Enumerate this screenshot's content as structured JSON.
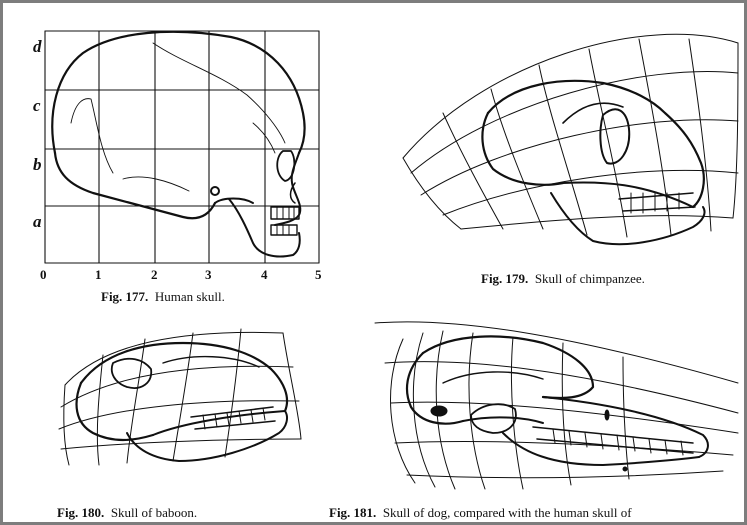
{
  "figures": {
    "fig177": {
      "y_letters": [
        "d",
        "c",
        "b",
        "a"
      ],
      "x_ticks": [
        "0",
        "1",
        "2",
        "3",
        "4",
        "5"
      ],
      "caption_prefix": "Fig. 177.",
      "caption_text": "Human skull."
    },
    "fig179": {
      "caption_prefix": "Fig. 179.",
      "caption_text": "Skull of chimpanzee."
    },
    "fig180": {
      "caption_prefix": "Fig. 180.",
      "caption_text": "Skull of baboon."
    },
    "fig181": {
      "caption_prefix": "Fig. 181.",
      "caption_text": "Skull of dog, compared with the human skull of"
    }
  },
  "colors": {
    "frame_border": "#7d7d7d",
    "ink": "#111111",
    "background": "#ffffff"
  }
}
